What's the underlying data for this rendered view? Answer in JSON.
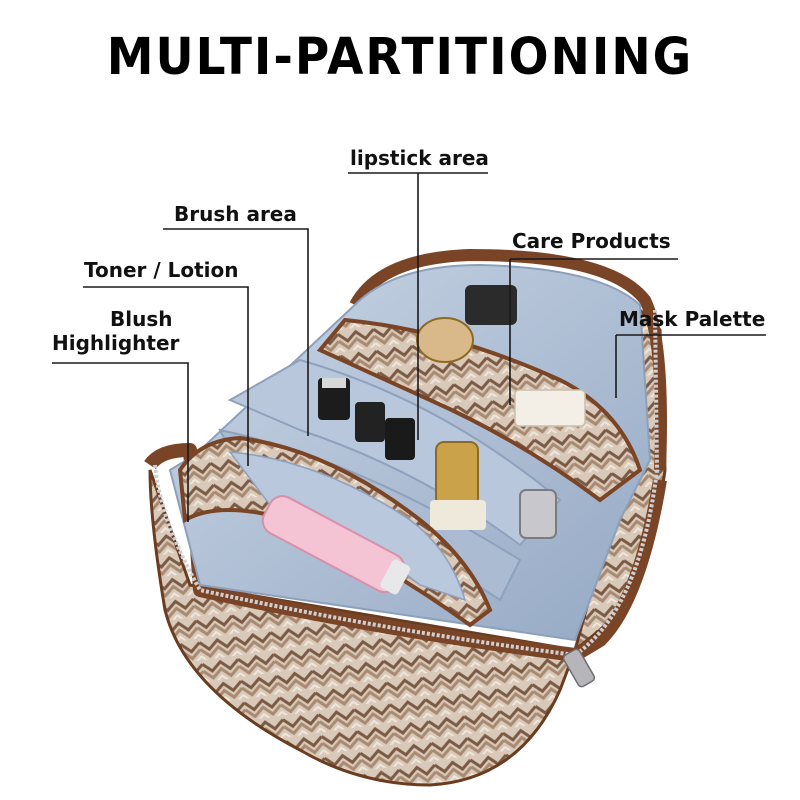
{
  "title": "MULTI-PARTITIONING",
  "labels": {
    "lipstick": "lipstick area",
    "brush": "Brush area",
    "care": "Care Products",
    "toner": "Toner / Lotion",
    "mask": "Mask Palette",
    "blush_line1": "Blush",
    "blush_line2": "Highlighter"
  },
  "colors": {
    "leather": "#7a4526",
    "lining": "#a9bbd3",
    "woven_light": "#d8c7b6",
    "woven_dark": "#7b5a45"
  }
}
